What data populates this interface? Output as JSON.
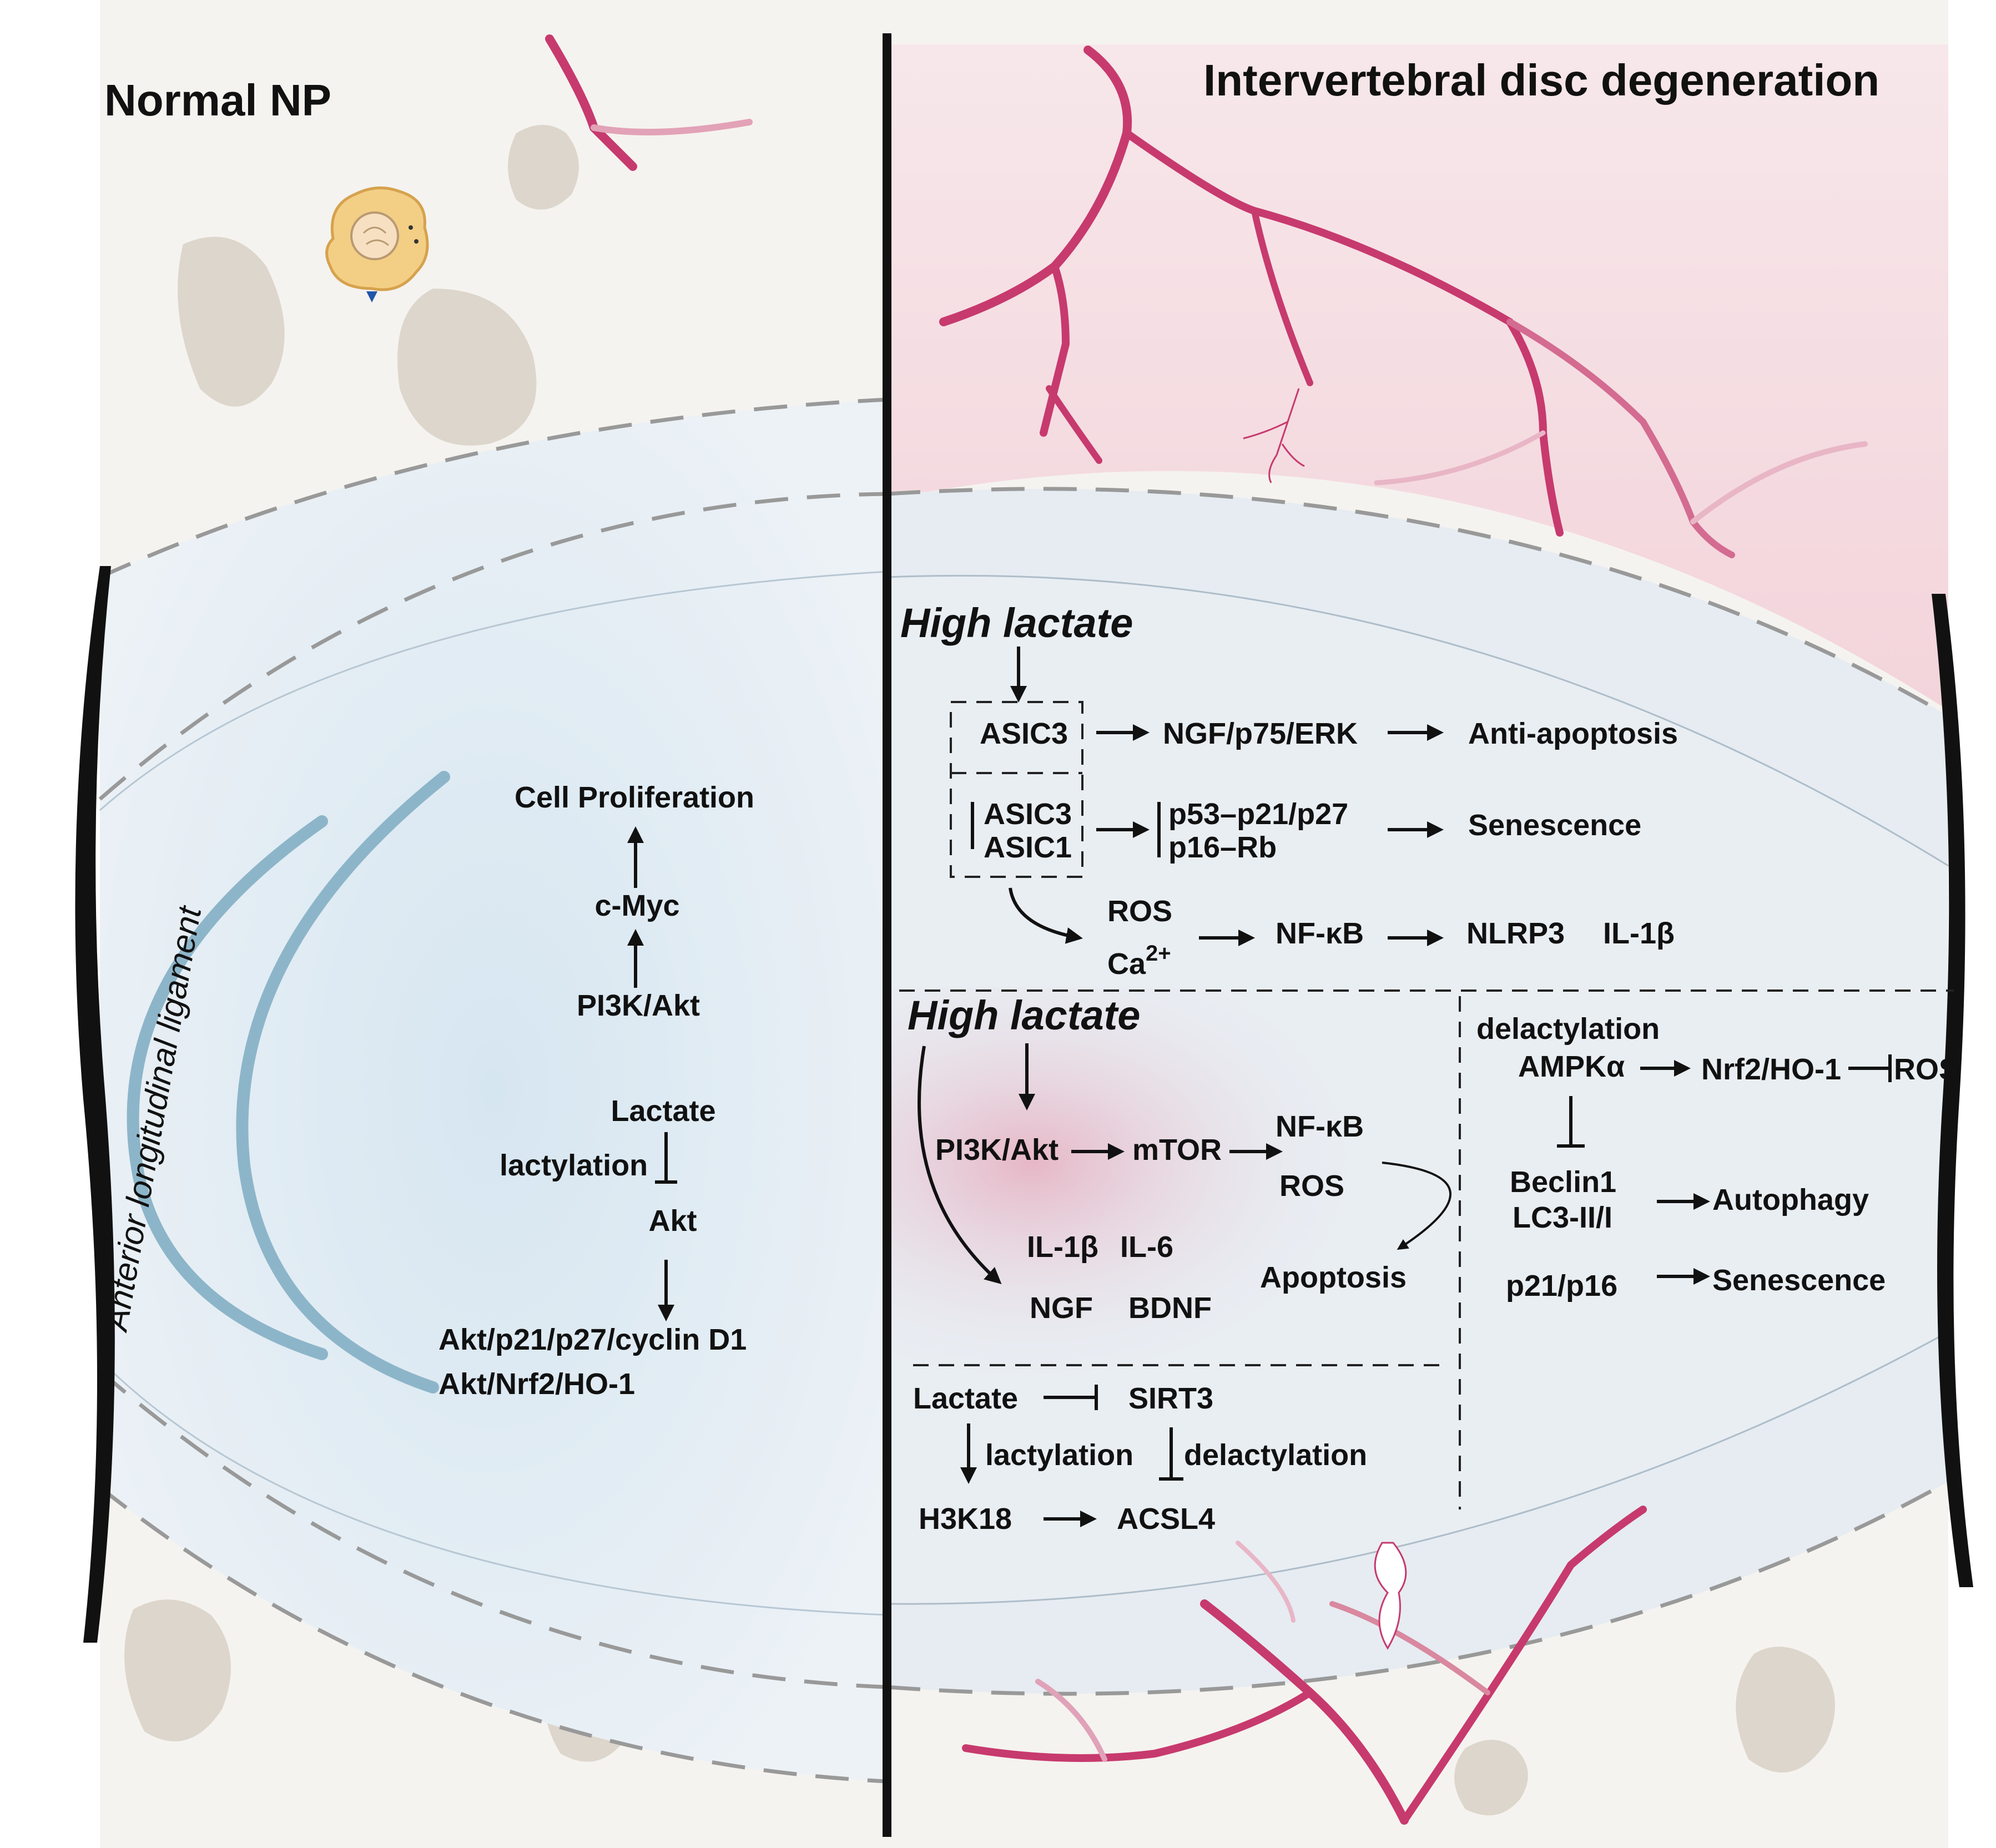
{
  "left_panel": {
    "title": "Normal NP",
    "ligament_label": "Anterior longitudinal ligament",
    "pathway": {
      "cell_proliferation": "Cell Proliferation",
      "c_myc": "c-Myc",
      "pi3k_akt": "PI3K/Akt",
      "lactate": "Lactate",
      "lactylation": "lactylation",
      "akt": "Akt",
      "akt_p21": "Akt/p21/p27/cyclin D1",
      "akt_nrf2": "Akt/Nrf2/HO-1"
    }
  },
  "right_panel": {
    "title": "Intervertebral disc degeneration",
    "section1": {
      "high_lactate": "High lactate",
      "asic3_a": "ASIC3",
      "ngf_p75_erk": "NGF/p75/ERK",
      "anti_apoptosis": "Anti-apoptosis",
      "asic3_b": "ASIC3",
      "asic1": "ASIC1",
      "p53": "p53–p21/p27",
      "p16": "p16–Rb",
      "senescence": "Senescence",
      "ros": "ROS",
      "ca": "Ca",
      "ca_sup": "2+",
      "nf_kb": "NF-κB",
      "nlrp3": "NLRP3",
      "il1b": "IL-1β"
    },
    "section2": {
      "high_lactate": "High lactate",
      "pi3k_akt": "PI3K/Akt",
      "mtor": "mTOR",
      "nf_kb": "NF-κB",
      "ros": "ROS",
      "il1b": "IL-1β",
      "il6": "IL-6",
      "ngf": "NGF",
      "bdnf": "BDNF",
      "apoptosis": "Apoptosis"
    },
    "section3": {
      "delactylation": "delactylation",
      "ampk": "AMPKα",
      "nrf2": "Nrf2/HO-1",
      "ros": "ROS",
      "beclin1": "Beclin1",
      "lc3": "LC3-II/I",
      "autophagy": "Autophagy",
      "p21_p16": "p21/p16",
      "senescence": "Senescence"
    },
    "section4": {
      "lactate": "Lactate",
      "sirt3": "SIRT3",
      "lactylation": "lactylation",
      "delactylation": "delactylation",
      "h3k18": "H3K18",
      "acsl4": "ACSL4"
    }
  },
  "colors": {
    "bone": "#f4f2ee",
    "bone_cell": "#ddd6cc",
    "disc": "#e4edf4",
    "vessel": "#c73a6e",
    "pink_zone": "#f2d3da",
    "lamella": "#8db5c9",
    "ink": "#111111"
  },
  "icons": [
    "np-cell-icon",
    "blood-vessel",
    "fissure-icon"
  ]
}
